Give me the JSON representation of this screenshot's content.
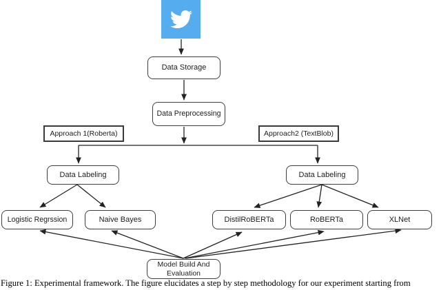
{
  "figure": {
    "nodes": {
      "twitter": "twitter-icon",
      "data_storage": "Data Storage",
      "data_preprocessing": "Data Preprocessing",
      "approach1": "Approach 1(Roberta)",
      "approach2": "Approach2 (TextBlob)",
      "data_labeling_left": "Data Labeling",
      "data_labeling_right": "Data Labeling",
      "logistic_regression": "Logistic Regrssion",
      "naive_bayes": "Naive Bayes",
      "distilroberta": "DistilRoBERTa",
      "roberta": "RoBERTa",
      "xlnet": "XLNet",
      "model_build_line1": "Model Build And",
      "model_build_line2": "Evaluation"
    },
    "edges": [
      {
        "from": "twitter",
        "to": "data_storage"
      },
      {
        "from": "data_storage",
        "to": "data_preprocessing"
      },
      {
        "from": "data_preprocessing",
        "to": "split-junction"
      },
      {
        "from": "split-junction",
        "to": "data_labeling_left"
      },
      {
        "from": "split-junction",
        "to": "data_labeling_right"
      },
      {
        "from": "data_labeling_left",
        "to": "logistic_regression"
      },
      {
        "from": "data_labeling_left",
        "to": "naive_bayes"
      },
      {
        "from": "data_labeling_right",
        "to": "distilroberta"
      },
      {
        "from": "data_labeling_right",
        "to": "roberta"
      },
      {
        "from": "data_labeling_right",
        "to": "xlnet"
      },
      {
        "from": "model_build",
        "to": "logistic_regression"
      },
      {
        "from": "model_build",
        "to": "naive_bayes"
      },
      {
        "from": "model_build",
        "to": "distilroberta"
      },
      {
        "from": "model_build",
        "to": "roberta"
      },
      {
        "from": "model_build",
        "to": "xlnet"
      }
    ],
    "colors": {
      "twitter_blue": "#55ACEE",
      "box_border": "#3d3d3d",
      "arrow": "#222222"
    }
  },
  "caption": "Figure 1: Experimental framework. The figure elucidates a step by step methodology for our experiment starting from"
}
